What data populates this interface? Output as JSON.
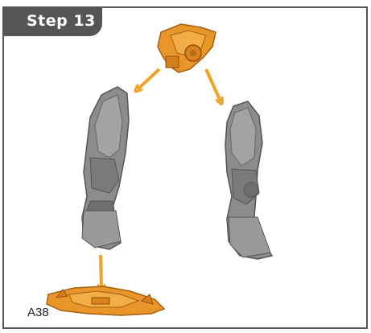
{
  "step": {
    "label": "Step 13"
  },
  "part": {
    "code": "A38"
  },
  "colors": {
    "frame": "#555555",
    "arrow": "#f2a224",
    "orange_part": "#e8962a",
    "grey_part": "#8c8c8c"
  },
  "parts_shown": [
    "pelvis-armor",
    "left-leg",
    "right-leg",
    "base-plate"
  ]
}
